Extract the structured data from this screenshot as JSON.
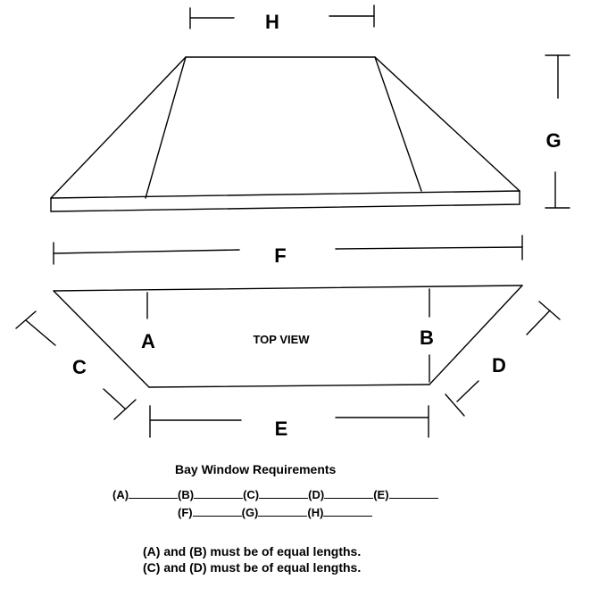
{
  "labels": {
    "H": "H",
    "G": "G",
    "F": "F",
    "A": "A",
    "B": "B",
    "C": "C",
    "D": "D",
    "E": "E",
    "top_view": "TOP VIEW"
  },
  "requirements": {
    "title": "Bay Window Requirements",
    "row1": [
      "(A)",
      "(B)",
      "(C)",
      "(D)",
      "(E)"
    ],
    "row2": [
      "(F)",
      "(G)",
      "(H)"
    ]
  },
  "notes": [
    "(A) and (B) must be of equal lengths.",
    "(C) and (D) must be of equal lengths."
  ]
}
